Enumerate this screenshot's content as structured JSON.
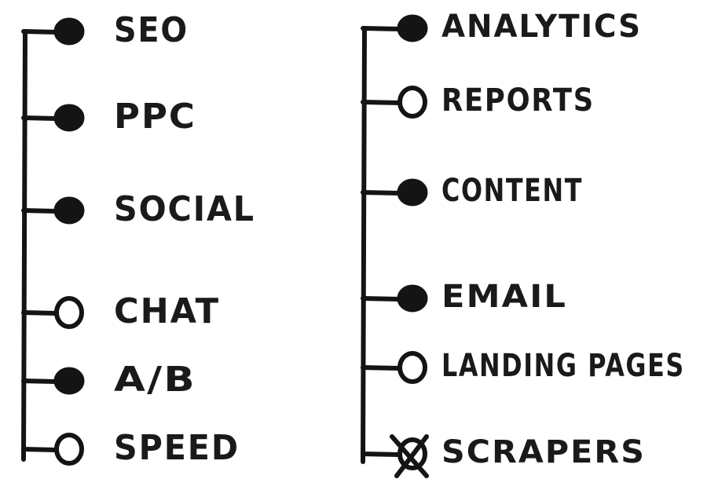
{
  "colors": {
    "ink": "#141414",
    "paper": "#ffffff"
  },
  "groups": [
    {
      "id": "left",
      "items": [
        {
          "label": "SEO",
          "marker": "filled"
        },
        {
          "label": "PPC",
          "marker": "filled"
        },
        {
          "label": "SOCIAL",
          "marker": "filled"
        },
        {
          "label": "CHAT",
          "marker": "open"
        },
        {
          "label": "A/B",
          "marker": "filled"
        },
        {
          "label": "SPEED",
          "marker": "open"
        }
      ]
    },
    {
      "id": "right",
      "items": [
        {
          "label": "ANALYTICS",
          "marker": "filled"
        },
        {
          "label": "REPORTS",
          "marker": "open"
        },
        {
          "label": "CONTENT",
          "marker": "filled"
        },
        {
          "label": "EMAIL",
          "marker": "filled"
        },
        {
          "label": "LANDING PAGES",
          "marker": "open"
        },
        {
          "label": "SCRAPERS",
          "marker": "crossed"
        }
      ]
    }
  ]
}
